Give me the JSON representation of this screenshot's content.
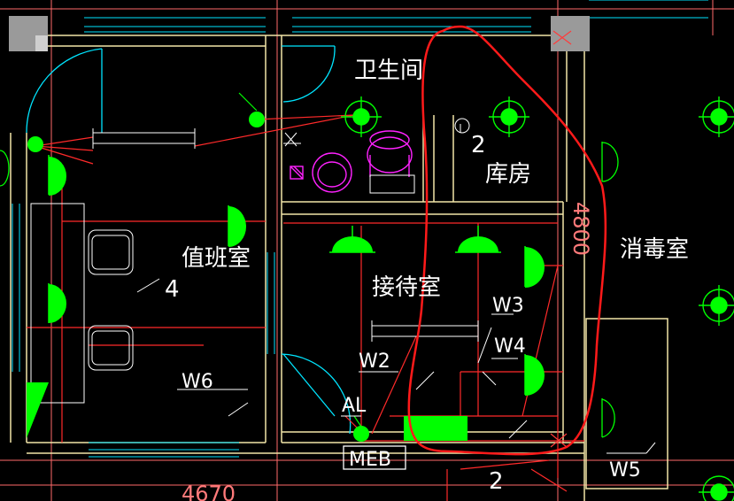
{
  "drawing": {
    "rooms": [
      {
        "id": "toilet",
        "label": "卫生间"
      },
      {
        "id": "storage",
        "label": "库房"
      },
      {
        "id": "duty",
        "label": "值班室"
      },
      {
        "id": "reception",
        "label": "接待室"
      },
      {
        "id": "disinfection",
        "label": "消毒室"
      }
    ],
    "circuit_tags": [
      "W2",
      "W3",
      "W4",
      "W5",
      "W6",
      "AL"
    ],
    "equipment_tags": [
      "MEB"
    ],
    "numbers": [
      "4",
      "2",
      "2"
    ],
    "dimensions": [
      "4800",
      "4670"
    ]
  },
  "colors": {
    "background": "#000000",
    "wall": "#ffffff",
    "wall_yellow": "#f5e6a0",
    "window": "#00ffff",
    "circuit": "#ff3030",
    "fixture": "#00ff00",
    "sanitary": "#ff00ff",
    "axis_grid": "#ff5555",
    "highlight": "#ff2020",
    "column": "#9a9a9a"
  }
}
